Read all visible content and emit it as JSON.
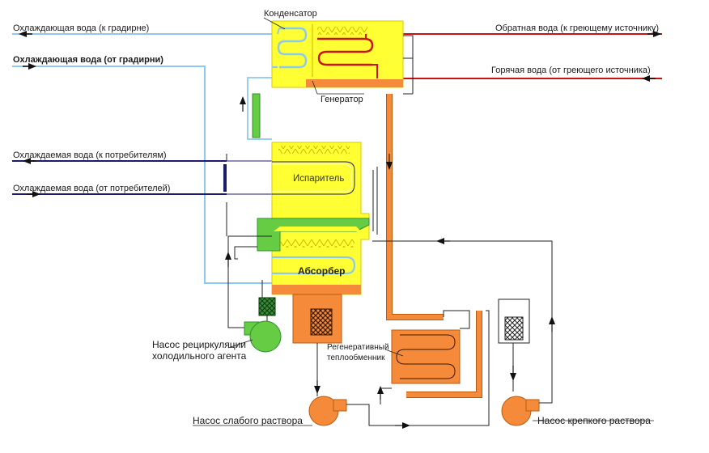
{
  "colors": {
    "yellow": "#ffff33",
    "yellow_edge": "#d9c800",
    "orange": "#f58a3a",
    "orange_edge": "#b85c10",
    "green": "#66cc44",
    "green_dark": "#2f8f2f",
    "cooling_water": "#8fc8ee",
    "chilled_water": "#1c1c6e",
    "hot_water": "#cc1111",
    "thin_line": "#222222"
  },
  "lines": {
    "cooling_to_tower": "Охлаждающая вода (к градирне)",
    "cooling_from_tower": "Охлаждающая вода (от градирни)",
    "chilled_to_consumers": "Охлаждаемая вода (к потребителям)",
    "chilled_from_consumers": "Охлаждаемая вода (от потребителей)",
    "return_water": "Обратная вода (к греющему источнику)",
    "hot_water": "Горячая вода (от греющего источника)"
  },
  "components": {
    "condenser": "Конденсатор",
    "generator": "Генератор",
    "evaporator": "Испаритель",
    "absorber": "Абсорбер",
    "heat_exchanger_line1": "Регенеративный",
    "heat_exchanger_line2": "теплообменник"
  },
  "pumps": {
    "recirculation_line1": "Насос рециркуляции",
    "recirculation_line2": "холодильного агента",
    "weak_solution": "Насос слабого раствора",
    "strong_solution": "Насос крепкого раствора"
  }
}
